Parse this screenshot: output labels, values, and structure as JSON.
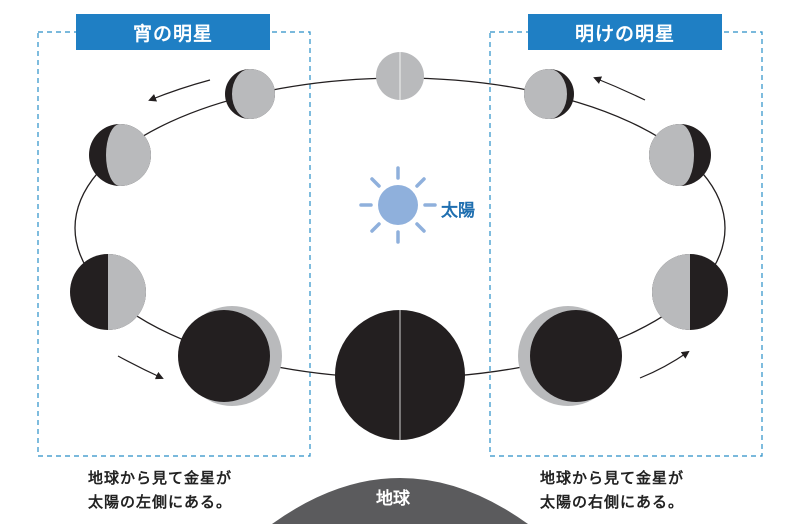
{
  "left_panel": {
    "title": "宵の明星",
    "caption_line1": "地球から見て金星が",
    "caption_line2": "太陽の左側にある。"
  },
  "right_panel": {
    "title": "明けの明星",
    "caption_line1": "地球から見て金星が",
    "caption_line2": "太陽の右側にある。"
  },
  "sun_label": "太陽",
  "earth_label": "地球",
  "colors": {
    "accent": "#1f7fc4",
    "sun": "#8fb0dc",
    "dark": "#231f20",
    "lit": "#b9babc",
    "earth": "#5b5b5d"
  }
}
